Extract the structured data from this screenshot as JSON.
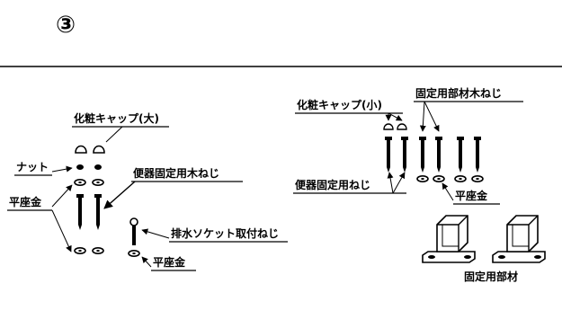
{
  "step_number": "③",
  "left_panel": {
    "cap_large": "化粧キャップ(大)",
    "nut": "ナット",
    "toilet_fixing_wood_screw": "便器固定用木ねじ",
    "flat_washer_top": "平座金",
    "drain_socket_screw": "排水ソケット取付ねじ",
    "flat_washer_bottom": "平座金"
  },
  "right_panel": {
    "cap_small": "化粧キャップ(小)",
    "fixing_member_wood_screw": "固定用部材木ねじ",
    "toilet_fixing_screw": "便器固定用ねじ",
    "flat_washer": "平座金",
    "fixing_member": "固定用部材"
  }
}
